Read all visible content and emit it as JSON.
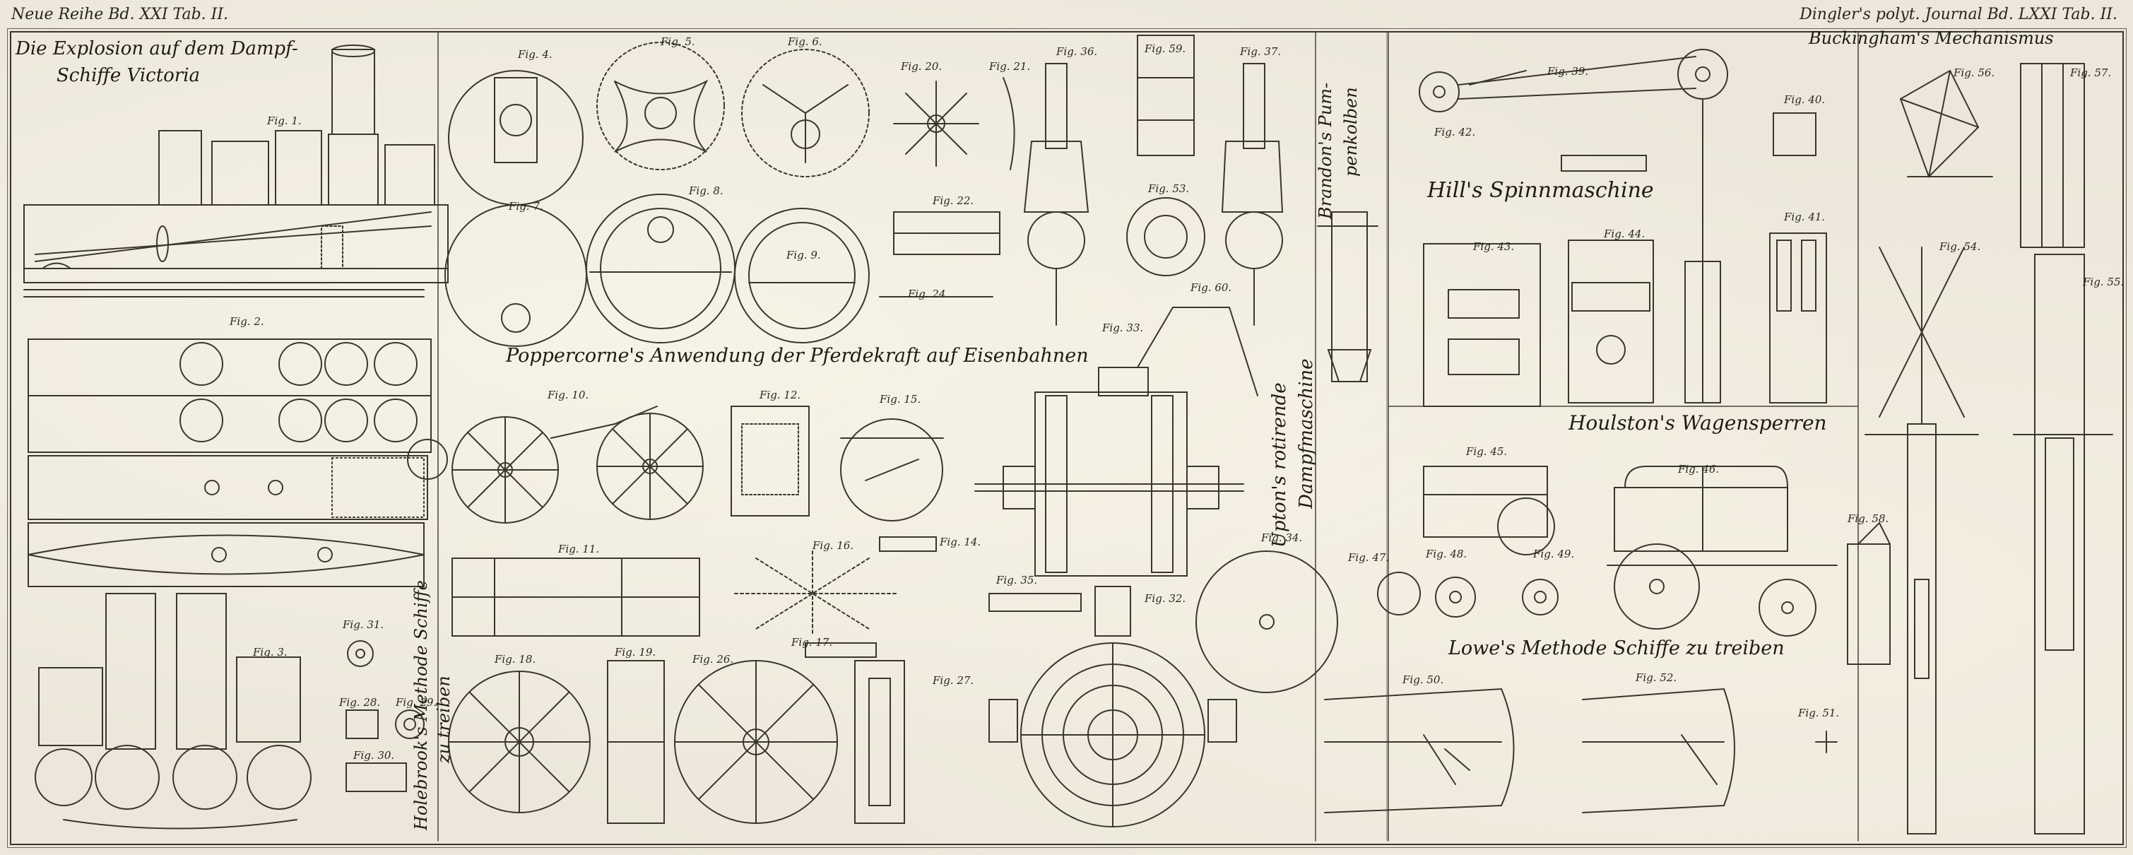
{
  "header": {
    "left": "Neue Reihe Bd. XXI Tab. II.",
    "right": "Dingler's polyt. Journal Bd. LXXI Tab. II."
  },
  "titles": {
    "explosion_line1": "Die Explosion auf dem Dampf-",
    "explosion_line2": "Schiffe Victoria",
    "buckingham": "Buckingham's Mechanismus",
    "brandon_line1": "Brandon's Pum-",
    "brandon_line2": "penkolben",
    "hill": "Hill's Spinnmaschine",
    "poppercorne": "Poppercorne's Anwendung der Pferdekraft auf Eisenbahnen",
    "upton_line1": "Upton's rotirende",
    "upton_line2": "Dampfmaschine",
    "houlston": "Houlston's Wagensperren",
    "holebrook_line1": "Holebrook's Methode Schiffe",
    "holebrook_line2": "zu treiben",
    "lowe": "Lowe's Methode Schiffe zu treiben"
  },
  "figs": {
    "f1": "Fig. 1.",
    "f2": "Fig. 2.",
    "f3": "Fig. 3.",
    "f4": "Fig. 4.",
    "f5": "Fig. 5.",
    "f6": "Fig. 6.",
    "f7": "Fig. 7.",
    "f8": "Fig. 8.",
    "f9": "Fig. 9.",
    "f10": "Fig. 10.",
    "f11": "Fig. 11.",
    "f12": "Fig. 12.",
    "f14": "Fig. 14.",
    "f15": "Fig. 15.",
    "f16": "Fig. 16.",
    "f17": "Fig. 17.",
    "f18": "Fig. 18.",
    "f19": "Fig. 19.",
    "f20": "Fig. 20.",
    "f21": "Fig. 21.",
    "f22": "Fig. 22.",
    "f24": "Fig. 24.",
    "f26": "Fig. 26.",
    "f27": "Fig. 27.",
    "f28": "Fig. 28.",
    "f29": "Fig. 29.",
    "f30": "Fig. 30.",
    "f31": "Fig. 31.",
    "f32": "Fig. 32.",
    "f33": "Fig. 33.",
    "f34": "Fig. 34.",
    "f35": "Fig. 35.",
    "f36": "Fig. 36.",
    "f37": "Fig. 37.",
    "f39": "Fig. 39.",
    "f40": "Fig. 40.",
    "f41": "Fig. 41.",
    "f42": "Fig. 42.",
    "f43": "Fig. 43.",
    "f44": "Fig. 44.",
    "f45": "Fig. 45.",
    "f46": "Fig. 46.",
    "f47": "Fig. 47.",
    "f48": "Fig. 48.",
    "f49": "Fig. 49.",
    "f50": "Fig. 50.",
    "f51": "Fig. 51.",
    "f52": "Fig. 52.",
    "f53": "Fig. 53.",
    "f54": "Fig. 54.",
    "f55": "Fig. 55.",
    "f56": "Fig. 56.",
    "f57": "Fig. 57.",
    "f58": "Fig. 58.",
    "f59": "Fig. 59.",
    "f60": "Fig. 60."
  },
  "colors": {
    "ink": "#2b2720",
    "paper": "#ece7da",
    "frame": "#3a352c"
  }
}
